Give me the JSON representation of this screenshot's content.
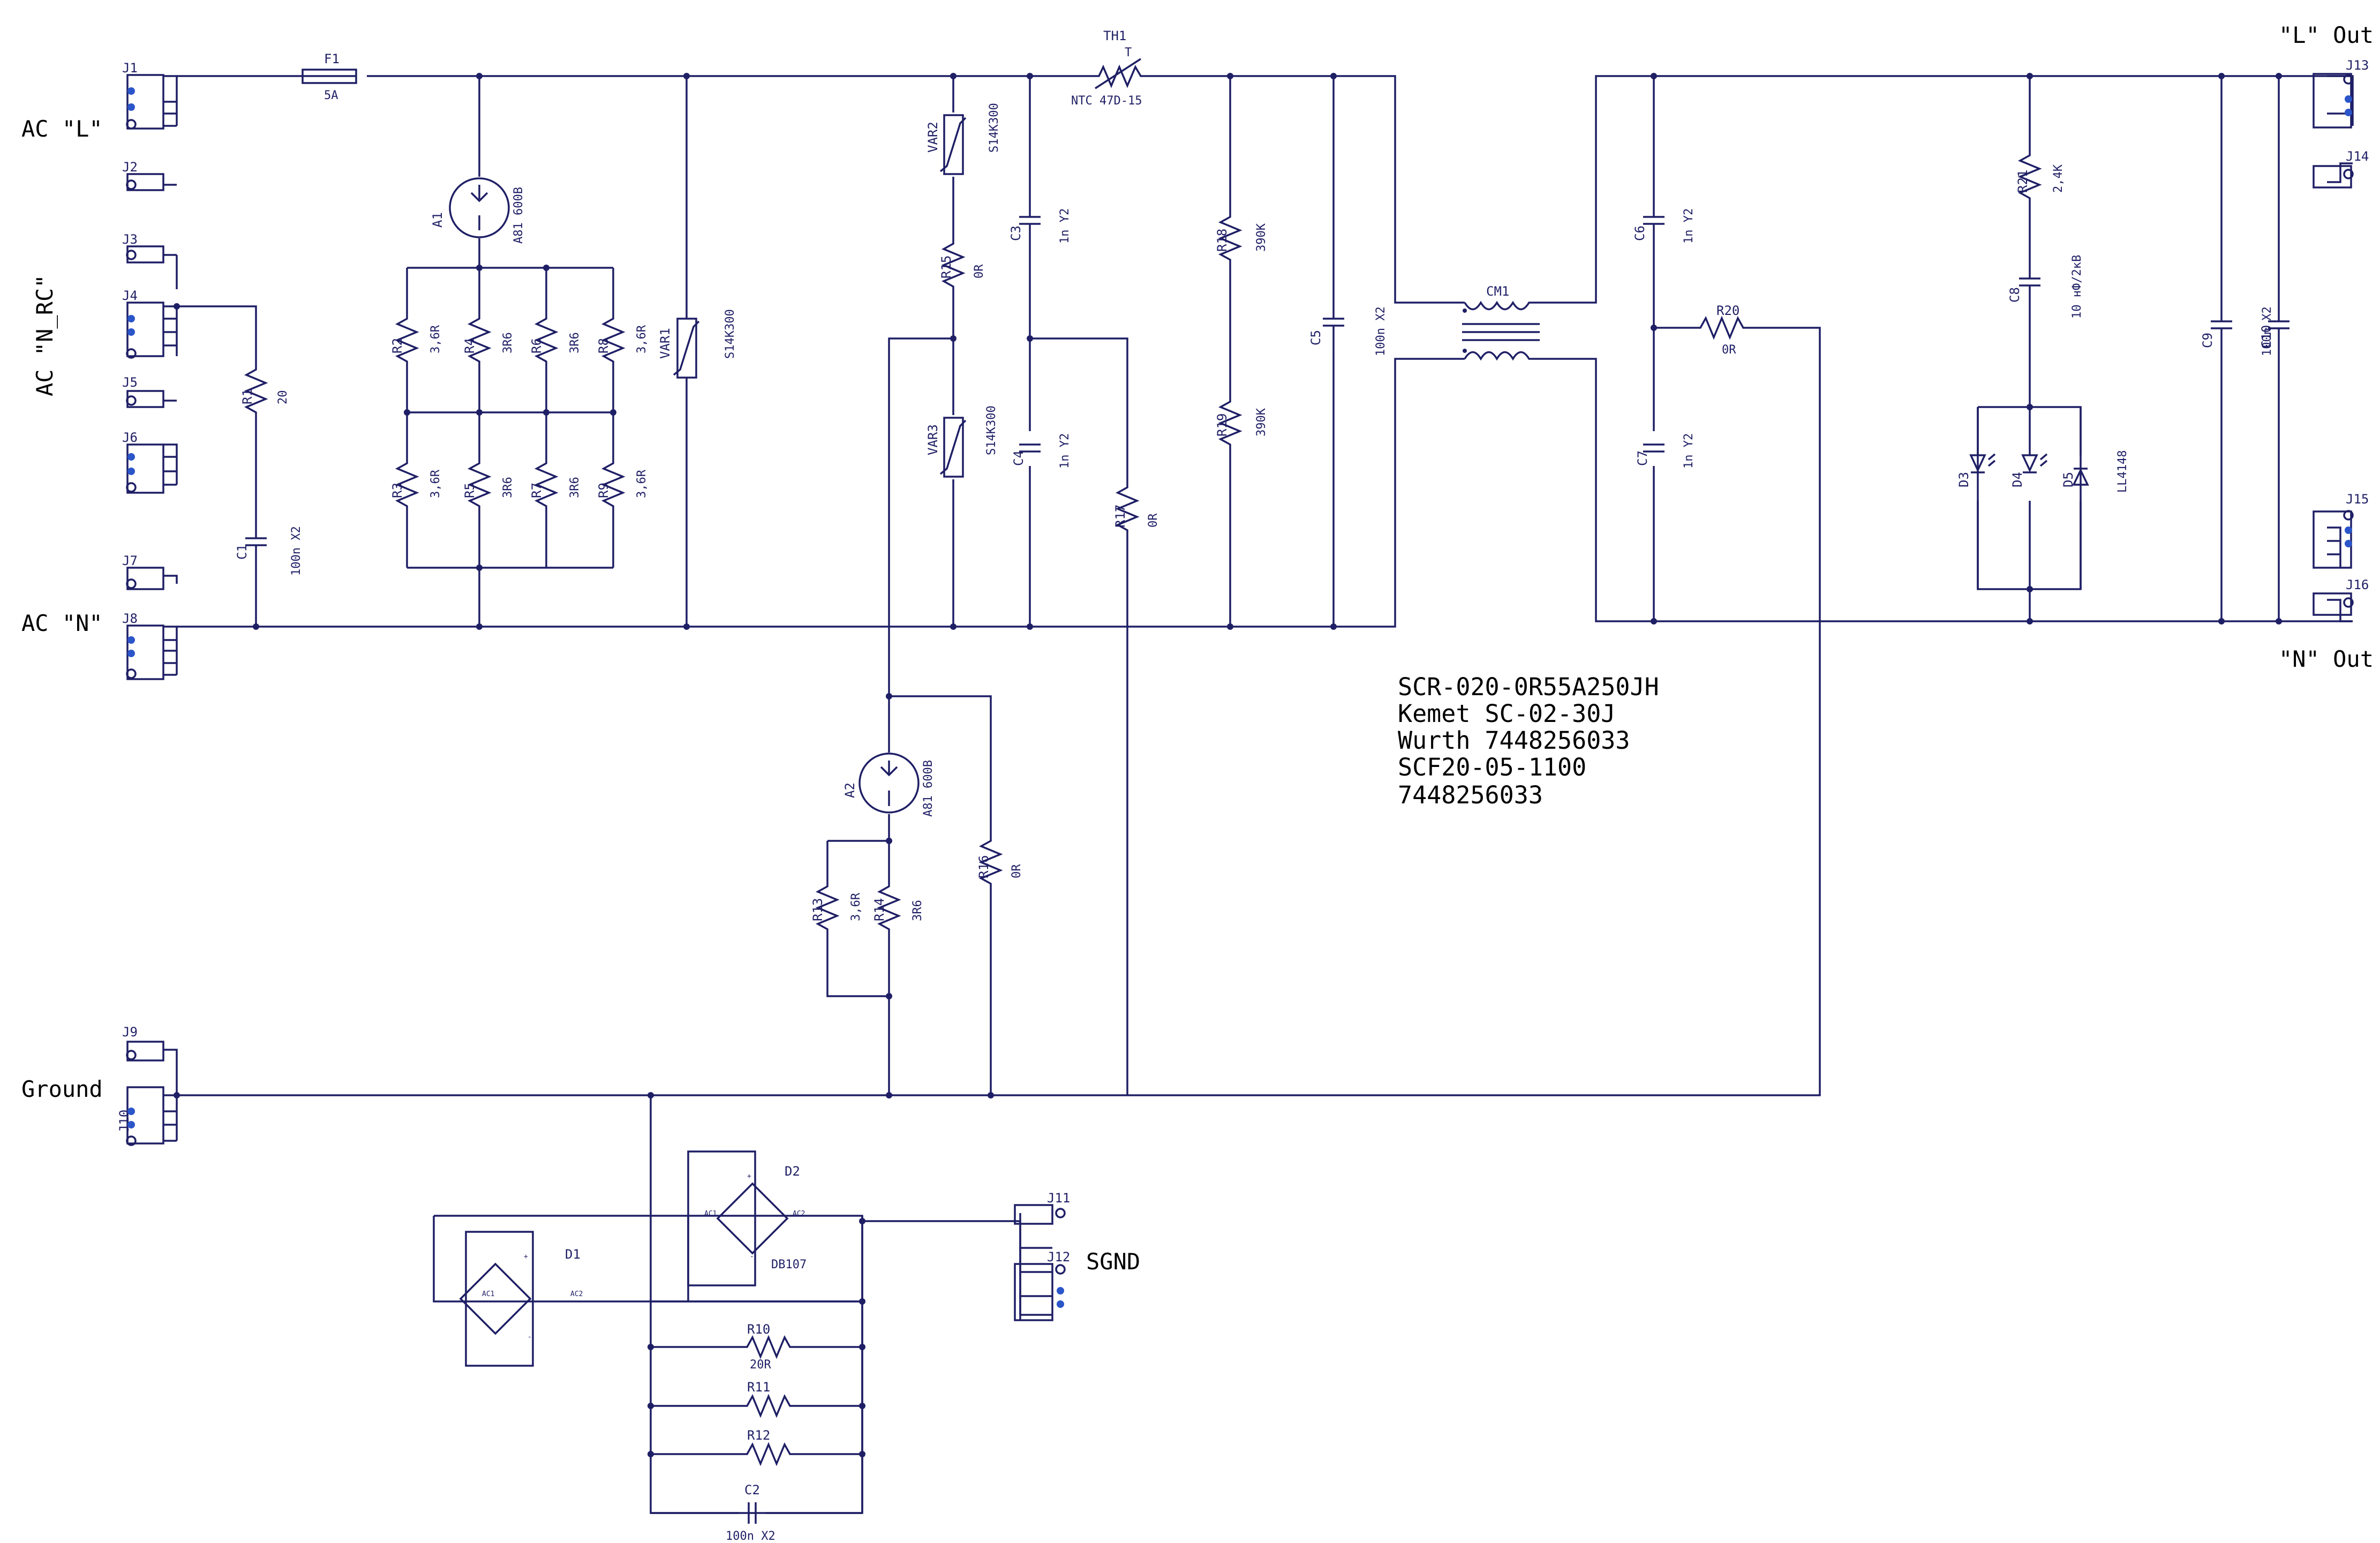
{
  "colors": {
    "wire": "#1f1f66",
    "pin_dot": "#2b55c9",
    "background": "#ffffff"
  },
  "net_labels": {
    "ac_l": "AC \"L\"",
    "ac_n_rc": "AC \"N_RC\"",
    "ac_n": "AC \"N\"",
    "ground": "Ground",
    "sgnd": "SGND",
    "l_out": "\"L\" Out",
    "n_out": "\"N\" Out"
  },
  "notes": [
    "SCR-020-0R55A250JH",
    "Kemet SC-02-30J",
    "Wurth 7448256033",
    "SCF20-05-1100",
    "7448256033"
  ],
  "connectors": {
    "J1": "J1",
    "J2": "J2",
    "J3": "J3",
    "J4": "J4",
    "J5": "J5",
    "J6": "J6",
    "J7": "J7",
    "J8": "J8",
    "J9": "J9",
    "J10": "J10",
    "J11": "J11",
    "J12": "J12",
    "J13": "J13",
    "J14": "J14",
    "J15": "J15",
    "J16": "J16"
  },
  "components": {
    "F1": {
      "ref": "F1",
      "value": "5A"
    },
    "TH1": {
      "ref": "TH1",
      "value": "NTC 47D-15",
      "type": "T"
    },
    "A1": {
      "ref": "A1",
      "value": "A81 600B"
    },
    "A2": {
      "ref": "A2",
      "value": "A81 600B"
    },
    "VAR1": {
      "ref": "VAR1",
      "value": "S14K300"
    },
    "VAR2": {
      "ref": "VAR2",
      "value": "S14K300"
    },
    "VAR3": {
      "ref": "VAR3",
      "value": "S14K300"
    },
    "R1": {
      "ref": "R1",
      "value": "20"
    },
    "R2": {
      "ref": "R2",
      "value": "3,6R"
    },
    "R3": {
      "ref": "R3",
      "value": "3,6R"
    },
    "R4": {
      "ref": "R4",
      "value": "3R6"
    },
    "R5": {
      "ref": "R5",
      "value": "3R6"
    },
    "R6": {
      "ref": "R6",
      "value": "3R6"
    },
    "R7": {
      "ref": "R7",
      "value": "3R6"
    },
    "R8": {
      "ref": "R8",
      "value": "3,6R"
    },
    "R9": {
      "ref": "R9",
      "value": "3,6R"
    },
    "R10": {
      "ref": "R10",
      "value": "20R"
    },
    "R11": {
      "ref": "R11",
      "value": ""
    },
    "R12": {
      "ref": "R12",
      "value": ""
    },
    "R13": {
      "ref": "R13",
      "value": "3,6R"
    },
    "R14": {
      "ref": "R14",
      "value": "3R6"
    },
    "R15": {
      "ref": "R15",
      "value": "0R"
    },
    "R16": {
      "ref": "R16",
      "value": "0R"
    },
    "R17": {
      "ref": "R17",
      "value": "0R"
    },
    "R18": {
      "ref": "R18",
      "value": "390K"
    },
    "R19": {
      "ref": "R19",
      "value": "390K"
    },
    "R20": {
      "ref": "R20",
      "value": "0R"
    },
    "R21": {
      "ref": "R21",
      "value": "2,4K"
    },
    "C1": {
      "ref": "C1",
      "value": "100n X2"
    },
    "C2": {
      "ref": "C2",
      "value": "100n X2"
    },
    "C3": {
      "ref": "C3",
      "value": "1n Y2"
    },
    "C4": {
      "ref": "C4",
      "value": "1n Y2"
    },
    "C5": {
      "ref": "C5",
      "value": "100n X2"
    },
    "C6": {
      "ref": "C6",
      "value": "1n Y2"
    },
    "C7": {
      "ref": "C7",
      "value": "1n Y2"
    },
    "C8": {
      "ref": "C8",
      "value": "10 нФ/2кВ"
    },
    "C9": {
      "ref": "C9",
      "value": "100n X2"
    },
    "C10": {
      "ref": "C10",
      "value": ""
    },
    "CM1": {
      "ref": "CM1"
    },
    "D1": {
      "ref": "D1",
      "ac1": "AC1",
      "ac2": "AC2",
      "plus": "+",
      "minus": "-"
    },
    "D2": {
      "ref": "D2",
      "value": "DB107",
      "ac1": "AC1",
      "ac2": "AC2",
      "plus": "+",
      "minus": "-"
    },
    "D3": {
      "ref": "D3"
    },
    "D4": {
      "ref": "D4"
    },
    "D5": {
      "ref": "D5",
      "value": "LL4148"
    }
  }
}
